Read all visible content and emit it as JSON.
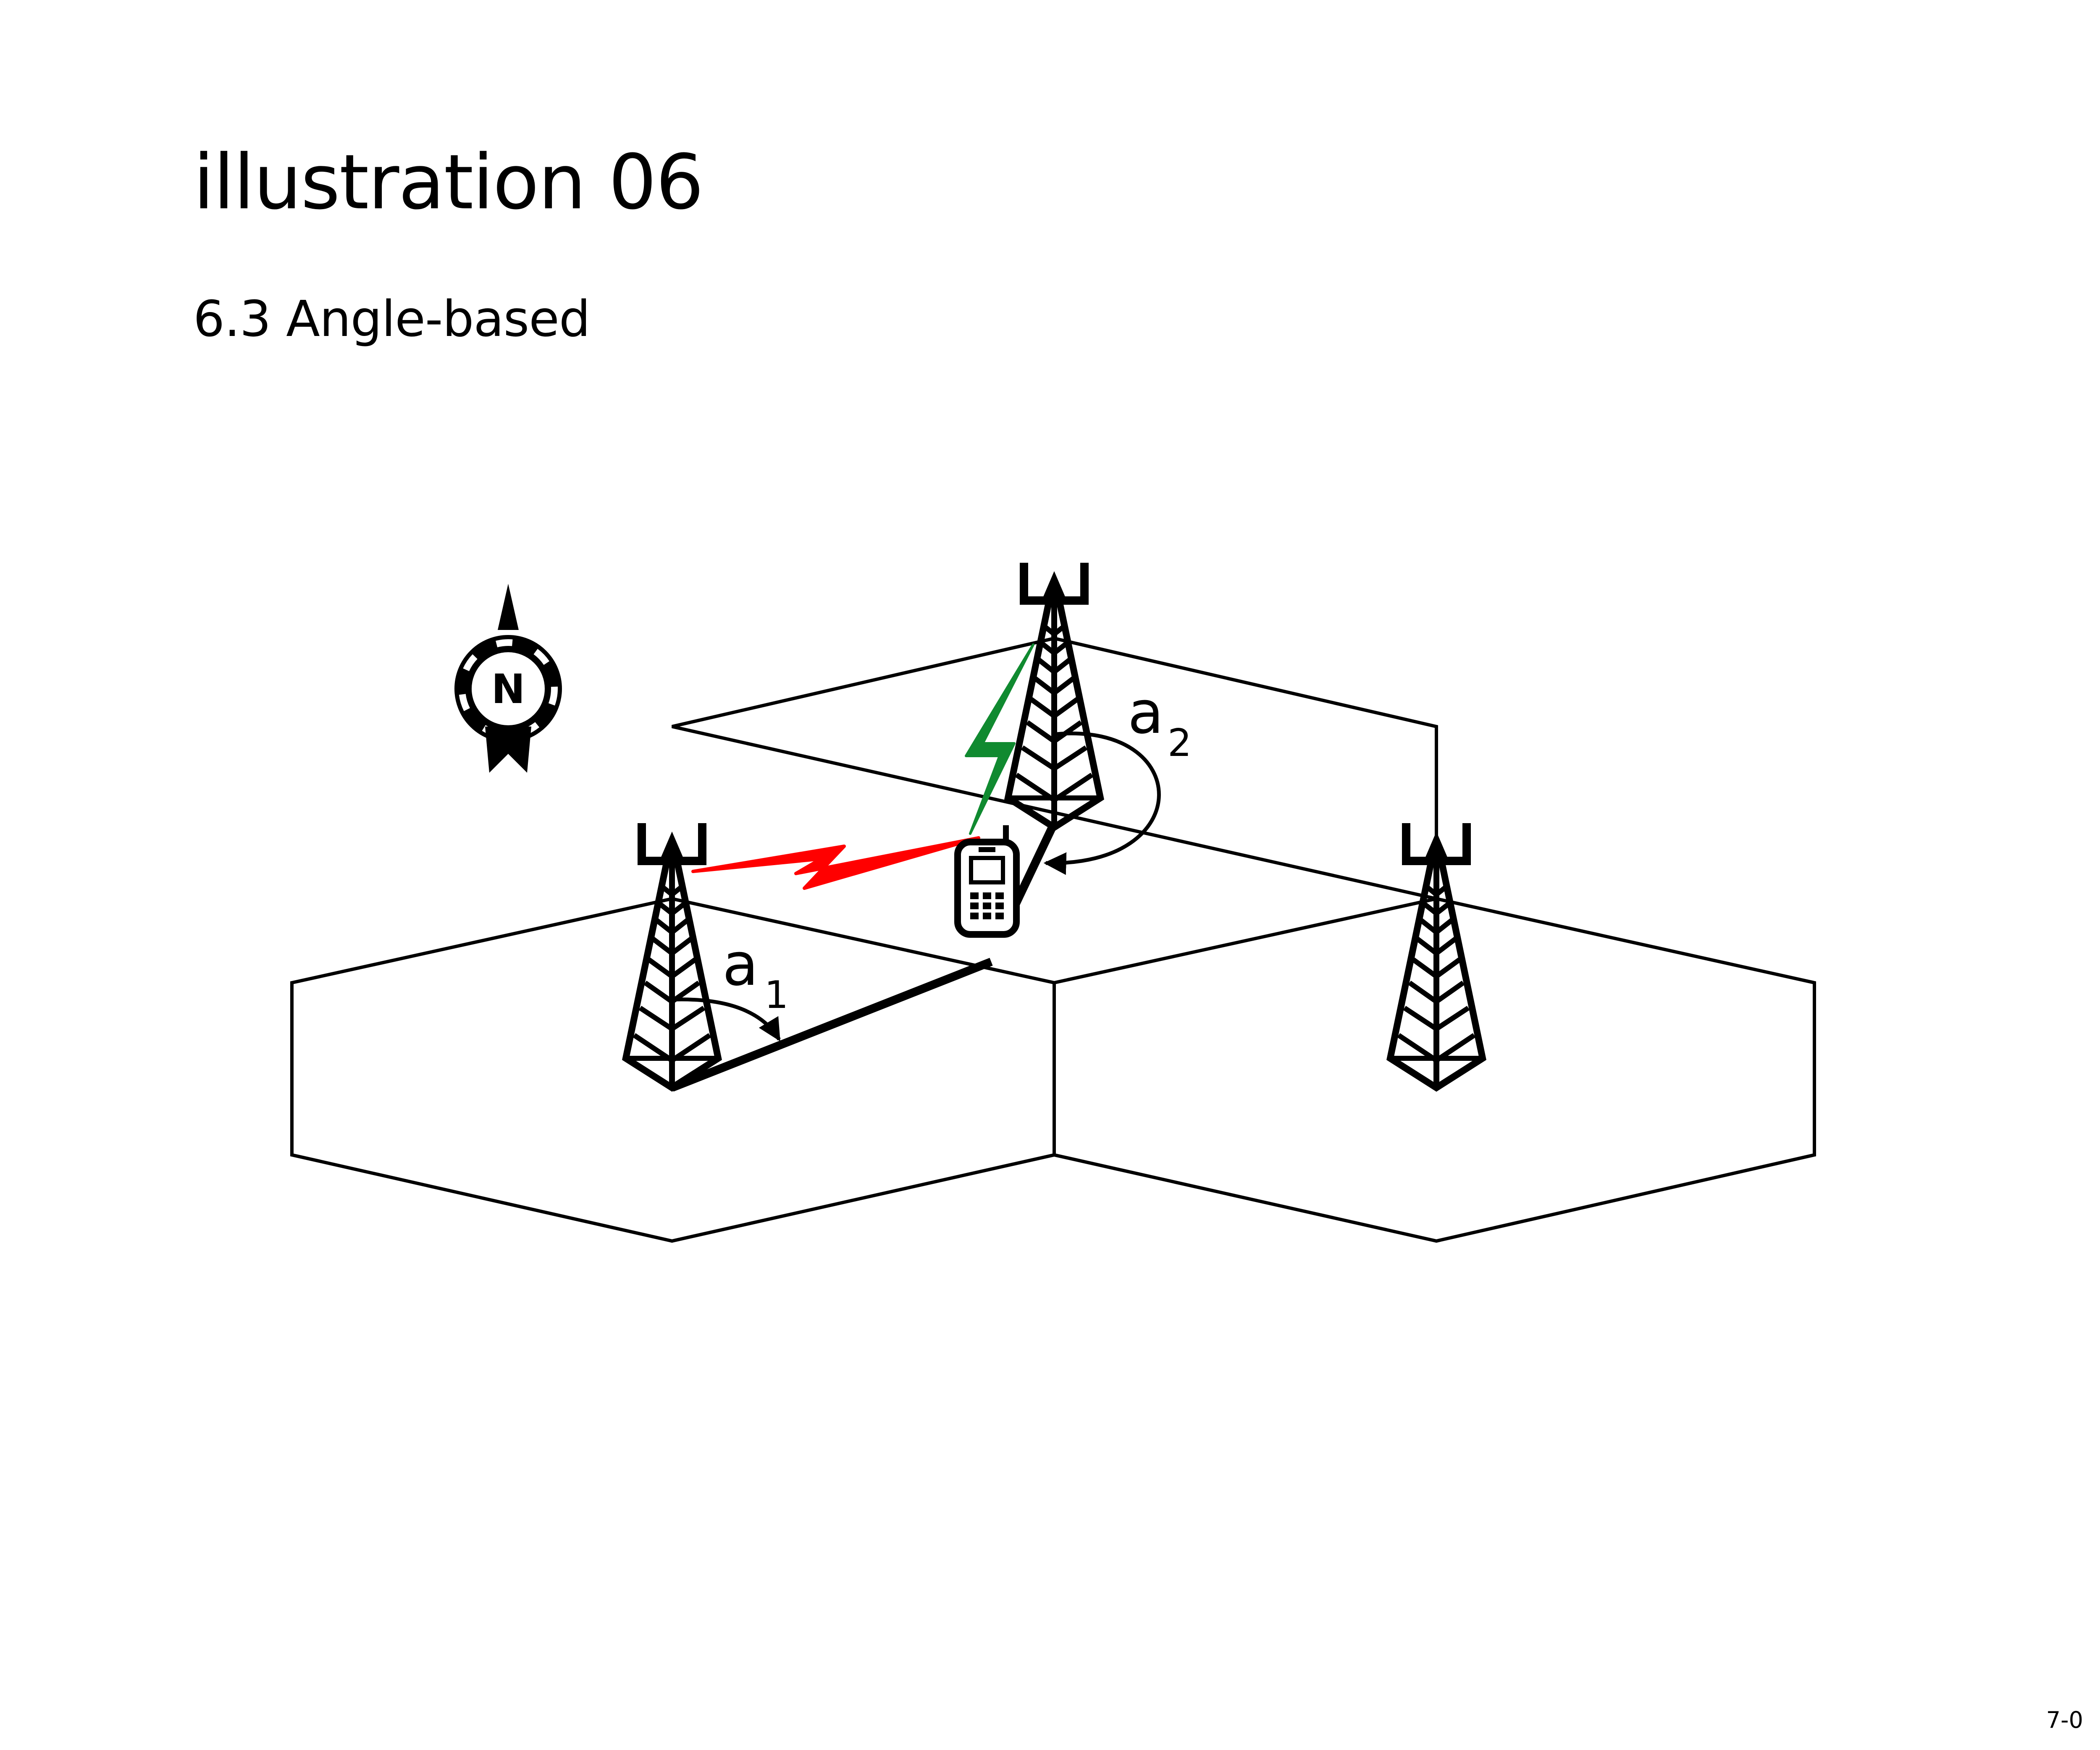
{
  "title": "illustration 06",
  "subtitle": "6.3 Angle-based",
  "page_number": "7-0",
  "compass": {
    "letter": "N",
    "icon": "north-compass-icon"
  },
  "angles": [
    {
      "label": "a",
      "sub": "1"
    },
    {
      "label": "a",
      "sub": "2"
    }
  ],
  "signals": [
    {
      "name": "red-signal-bolt",
      "color": "#ff0000"
    },
    {
      "name": "green-signal-bolt",
      "color": "#108a30"
    }
  ],
  "icons": [
    "cell-tower-icon",
    "mobile-phone-icon",
    "north-compass-icon"
  ]
}
